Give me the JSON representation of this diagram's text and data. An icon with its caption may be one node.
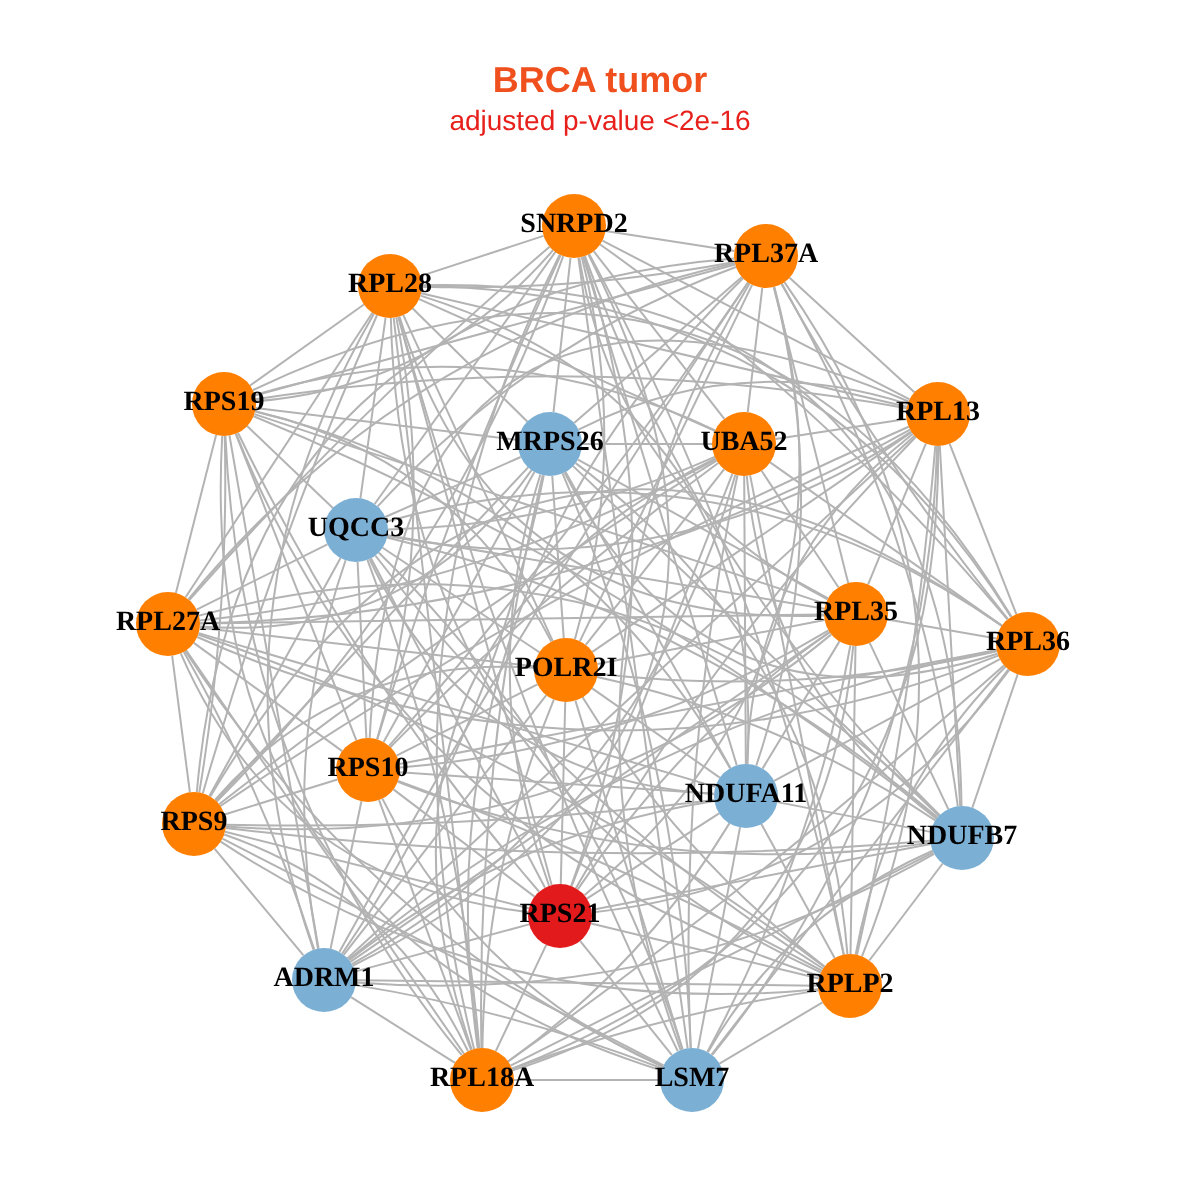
{
  "diagram": {
    "title": "BRCA tumor",
    "caption": "adjusted p-value <2e-16",
    "nodes": [
      {
        "text": [
          "SNRPD2"
        ]
      },
      {
        "text": [
          "RPL37A"
        ]
      },
      {
        "text": [
          "RPL28"
        ]
      },
      {
        "text": [
          "RPS19"
        ]
      },
      {
        "text": [
          "RPL13"
        ]
      },
      {
        "text": [
          "MRPS26"
        ]
      },
      {
        "text": [
          "UBA52"
        ]
      },
      {
        "text": [
          "UQCC3"
        ]
      },
      {
        "text": [
          "RPL27A"
        ]
      },
      {
        "text": [
          "RPL35"
        ]
      },
      {
        "text": [
          "RPL36"
        ]
      },
      {
        "text": [
          "POLR2I"
        ]
      },
      {
        "text": [
          "RPS10"
        ]
      },
      {
        "text": [
          "RPS9"
        ]
      },
      {
        "text": [
          "NDUFA11"
        ]
      },
      {
        "text": [
          "NDUFB7"
        ]
      },
      {
        "text": [
          "RPS21"
        ]
      },
      {
        "text": [
          "ADRM1"
        ]
      },
      {
        "text": [
          "RPLP2"
        ]
      },
      {
        "text": [
          "RPL18A"
        ]
      },
      {
        "text": [
          "LSM7"
        ]
      }
    ],
    "edges": [
      {
        "from": 0,
        "to": 1,
        "arrow": "none"
      },
      {
        "from": 0,
        "to": 2,
        "arrow": "none"
      },
      {
        "from": 0,
        "to": 3,
        "arrow": "none"
      },
      {
        "from": 0,
        "to": 4,
        "arrow": "none"
      },
      {
        "from": 0,
        "to": 5,
        "arrow": "none"
      },
      {
        "from": 0,
        "to": 6,
        "arrow": "none"
      },
      {
        "from": 0,
        "to": 7,
        "arrow": "none"
      },
      {
        "from": 0,
        "to": 8,
        "arrow": "none"
      },
      {
        "from": 0,
        "to": 9,
        "arrow": "none"
      },
      {
        "from": 0,
        "to": 10,
        "arrow": "none"
      },
      {
        "from": 0,
        "to": 11,
        "arrow": "none"
      },
      {
        "from": 0,
        "to": 12,
        "arrow": "none"
      },
      {
        "from": 0,
        "to": 13,
        "arrow": "none"
      },
      {
        "from": 0,
        "to": 14,
        "arrow": "none"
      },
      {
        "from": 0,
        "to": 15,
        "arrow": "none"
      },
      {
        "from": 0,
        "to": 16,
        "arrow": "none"
      },
      {
        "from": 0,
        "to": 17,
        "arrow": "none"
      },
      {
        "from": 0,
        "to": 18,
        "arrow": "none"
      },
      {
        "from": 0,
        "to": 19,
        "arrow": "none"
      },
      {
        "from": 0,
        "to": 20,
        "arrow": "none"
      },
      {
        "from": 1,
        "to": 2,
        "arrow": "none"
      },
      {
        "from": 1,
        "to": 3,
        "arrow": "none"
      },
      {
        "from": 1,
        "to": 4,
        "arrow": "none"
      },
      {
        "from": 1,
        "to": 5,
        "arrow": "none"
      },
      {
        "from": 1,
        "to": 6,
        "arrow": "none"
      },
      {
        "from": 1,
        "to": 7,
        "arrow": "none"
      },
      {
        "from": 1,
        "to": 8,
        "arrow": "none"
      },
      {
        "from": 1,
        "to": 9,
        "arrow": "none"
      },
      {
        "from": 1,
        "to": 10,
        "arrow": "none"
      },
      {
        "from": 1,
        "to": 11,
        "arrow": "none"
      },
      {
        "from": 1,
        "to": 12,
        "arrow": "none"
      },
      {
        "from": 1,
        "to": 13,
        "arrow": "none"
      },
      {
        "from": 1,
        "to": 14,
        "arrow": "none"
      },
      {
        "from": 1,
        "to": 15,
        "arrow": "none"
      },
      {
        "from": 1,
        "to": 16,
        "arrow": "none"
      },
      {
        "from": 1,
        "to": 17,
        "arrow": "none"
      },
      {
        "from": 1,
        "to": 18,
        "arrow": "none"
      },
      {
        "from": 1,
        "to": 19,
        "arrow": "none"
      },
      {
        "from": 1,
        "to": 20,
        "arrow": "none"
      },
      {
        "from": 2,
        "to": 3,
        "arrow": "none"
      },
      {
        "from": 2,
        "to": 4,
        "arrow": "none"
      },
      {
        "from": 2,
        "to": 5,
        "arrow": "none"
      },
      {
        "from": 2,
        "to": 6,
        "arrow": "none"
      },
      {
        "from": 2,
        "to": 7,
        "arrow": "none"
      },
      {
        "from": 2,
        "to": 8,
        "arrow": "none"
      },
      {
        "from": 2,
        "to": 9,
        "arrow": "none"
      },
      {
        "from": 2,
        "to": 10,
        "arrow": "none"
      },
      {
        "from": 2,
        "to": 11,
        "arrow": "none"
      },
      {
        "from": 2,
        "to": 12,
        "arrow": "none"
      },
      {
        "from": 2,
        "to": 13,
        "arrow": "none"
      },
      {
        "from": 2,
        "to": 14,
        "arrow": "none"
      },
      {
        "from": 2,
        "to": 15,
        "arrow": "none"
      },
      {
        "from": 2,
        "to": 16,
        "arrow": "none"
      },
      {
        "from": 2,
        "to": 17,
        "arrow": "none"
      },
      {
        "from": 2,
        "to": 18,
        "arrow": "none"
      },
      {
        "from": 2,
        "to": 19,
        "arrow": "none"
      },
      {
        "from": 2,
        "to": 20,
        "arrow": "none"
      },
      {
        "from": 3,
        "to": 4,
        "arrow": "none"
      },
      {
        "from": 3,
        "to": 5,
        "arrow": "none"
      },
      {
        "from": 3,
        "to": 6,
        "arrow": "none"
      },
      {
        "from": 3,
        "to": 7,
        "arrow": "none"
      },
      {
        "from": 3,
        "to": 8,
        "arrow": "none"
      },
      {
        "from": 3,
        "to": 9,
        "arrow": "none"
      },
      {
        "from": 3,
        "to": 10,
        "arrow": "none"
      },
      {
        "from": 3,
        "to": 11,
        "arrow": "none"
      },
      {
        "from": 3,
        "to": 12,
        "arrow": "none"
      },
      {
        "from": 3,
        "to": 13,
        "arrow": "none"
      },
      {
        "from": 3,
        "to": 14,
        "arrow": "none"
      },
      {
        "from": 3,
        "to": 15,
        "arrow": "none"
      },
      {
        "from": 3,
        "to": 16,
        "arrow": "none"
      },
      {
        "from": 3,
        "to": 17,
        "arrow": "none"
      },
      {
        "from": 3,
        "to": 18,
        "arrow": "none"
      },
      {
        "from": 3,
        "to": 19,
        "arrow": "none"
      },
      {
        "from": 3,
        "to": 20,
        "arrow": "none"
      },
      {
        "from": 4,
        "to": 5,
        "arrow": "none"
      },
      {
        "from": 4,
        "to": 6,
        "arrow": "none"
      },
      {
        "from": 4,
        "to": 7,
        "arrow": "none"
      },
      {
        "from": 4,
        "to": 8,
        "arrow": "none"
      },
      {
        "from": 4,
        "to": 9,
        "arrow": "none"
      },
      {
        "from": 4,
        "to": 10,
        "arrow": "none"
      },
      {
        "from": 4,
        "to": 11,
        "arrow": "none"
      },
      {
        "from": 4,
        "to": 12,
        "arrow": "none"
      },
      {
        "from": 4,
        "to": 13,
        "arrow": "none"
      },
      {
        "from": 4,
        "to": 14,
        "arrow": "none"
      },
      {
        "from": 4,
        "to": 15,
        "arrow": "none"
      },
      {
        "from": 4,
        "to": 16,
        "arrow": "none"
      },
      {
        "from": 4,
        "to": 17,
        "arrow": "none"
      },
      {
        "from": 4,
        "to": 18,
        "arrow": "none"
      },
      {
        "from": 4,
        "to": 19,
        "arrow": "none"
      },
      {
        "from": 4,
        "to": 20,
        "arrow": "none"
      },
      {
        "from": 5,
        "to": 6,
        "arrow": "none"
      },
      {
        "from": 5,
        "to": 7,
        "arrow": "none"
      },
      {
        "from": 5,
        "to": 8,
        "arrow": "none"
      },
      {
        "from": 5,
        "to": 9,
        "arrow": "none"
      },
      {
        "from": 5,
        "to": 10,
        "arrow": "none"
      },
      {
        "from": 5,
        "to": 11,
        "arrow": "none"
      },
      {
        "from": 5,
        "to": 12,
        "arrow": "none"
      },
      {
        "from": 5,
        "to": 13,
        "arrow": "none"
      },
      {
        "from": 5,
        "to": 14,
        "arrow": "none"
      },
      {
        "from": 5,
        "to": 15,
        "arrow": "none"
      },
      {
        "from": 5,
        "to": 16,
        "arrow": "none"
      },
      {
        "from": 5,
        "to": 17,
        "arrow": "none"
      },
      {
        "from": 5,
        "to": 18,
        "arrow": "none"
      },
      {
        "from": 5,
        "to": 19,
        "arrow": "none"
      },
      {
        "from": 5,
        "to": 20,
        "arrow": "none"
      },
      {
        "from": 6,
        "to": 7,
        "arrow": "none"
      },
      {
        "from": 6,
        "to": 8,
        "arrow": "none"
      },
      {
        "from": 6,
        "to": 9,
        "arrow": "none"
      },
      {
        "from": 6,
        "to": 10,
        "arrow": "none"
      },
      {
        "from": 6,
        "to": 11,
        "arrow": "none"
      },
      {
        "from": 6,
        "to": 12,
        "arrow": "none"
      },
      {
        "from": 6,
        "to": 13,
        "arrow": "none"
      },
      {
        "from": 6,
        "to": 14,
        "arrow": "none"
      },
      {
        "from": 6,
        "to": 15,
        "arrow": "none"
      },
      {
        "from": 6,
        "to": 16,
        "arrow": "none"
      },
      {
        "from": 6,
        "to": 17,
        "arrow": "none"
      },
      {
        "from": 6,
        "to": 18,
        "arrow": "none"
      },
      {
        "from": 6,
        "to": 19,
        "arrow": "none"
      },
      {
        "from": 6,
        "to": 20,
        "arrow": "none"
      },
      {
        "from": 7,
        "to": 8,
        "arrow": "none"
      },
      {
        "from": 7,
        "to": 9,
        "arrow": "none"
      },
      {
        "from": 7,
        "to": 10,
        "arrow": "none"
      },
      {
        "from": 7,
        "to": 11,
        "arrow": "none"
      },
      {
        "from": 7,
        "to": 12,
        "arrow": "none"
      },
      {
        "from": 7,
        "to": 13,
        "arrow": "none"
      },
      {
        "from": 7,
        "to": 14,
        "arrow": "none"
      },
      {
        "from": 7,
        "to": 15,
        "arrow": "none"
      },
      {
        "from": 7,
        "to": 16,
        "arrow": "none"
      },
      {
        "from": 7,
        "to": 17,
        "arrow": "none"
      },
      {
        "from": 7,
        "to": 18,
        "arrow": "none"
      },
      {
        "from": 7,
        "to": 19,
        "arrow": "none"
      },
      {
        "from": 7,
        "to": 20,
        "arrow": "none"
      },
      {
        "from": 8,
        "to": 9,
        "arrow": "none"
      },
      {
        "from": 8,
        "to": 10,
        "arrow": "none"
      },
      {
        "from": 8,
        "to": 11,
        "arrow": "none"
      },
      {
        "from": 8,
        "to": 12,
        "arrow": "none"
      },
      {
        "from": 8,
        "to": 13,
        "arrow": "none"
      },
      {
        "from": 8,
        "to": 14,
        "arrow": "none"
      },
      {
        "from": 8,
        "to": 15,
        "arrow": "none"
      },
      {
        "from": 8,
        "to": 16,
        "arrow": "none"
      },
      {
        "from": 8,
        "to": 17,
        "arrow": "none"
      },
      {
        "from": 8,
        "to": 18,
        "arrow": "none"
      },
      {
        "from": 8,
        "to": 19,
        "arrow": "none"
      },
      {
        "from": 8,
        "to": 20,
        "arrow": "none"
      },
      {
        "from": 9,
        "to": 10,
        "arrow": "none"
      },
      {
        "from": 9,
        "to": 11,
        "arrow": "none"
      },
      {
        "from": 9,
        "to": 12,
        "arrow": "none"
      },
      {
        "from": 9,
        "to": 13,
        "arrow": "none"
      },
      {
        "from": 9,
        "to": 14,
        "arrow": "none"
      },
      {
        "from": 9,
        "to": 15,
        "arrow": "none"
      },
      {
        "from": 9,
        "to": 16,
        "arrow": "none"
      },
      {
        "from": 9,
        "to": 17,
        "arrow": "none"
      },
      {
        "from": 9,
        "to": 18,
        "arrow": "none"
      },
      {
        "from": 9,
        "to": 19,
        "arrow": "none"
      },
      {
        "from": 9,
        "to": 20,
        "arrow": "none"
      },
      {
        "from": 10,
        "to": 11,
        "arrow": "none"
      },
      {
        "from": 10,
        "to": 12,
        "arrow": "none"
      },
      {
        "from": 10,
        "to": 13,
        "arrow": "none"
      },
      {
        "from": 10,
        "to": 14,
        "arrow": "none"
      },
      {
        "from": 10,
        "to": 15,
        "arrow": "none"
      },
      {
        "from": 10,
        "to": 16,
        "arrow": "none"
      },
      {
        "from": 10,
        "to": 17,
        "arrow": "none"
      },
      {
        "from": 10,
        "to": 18,
        "arrow": "none"
      },
      {
        "from": 10,
        "to": 19,
        "arrow": "none"
      },
      {
        "from": 10,
        "to": 20,
        "arrow": "none"
      },
      {
        "from": 11,
        "to": 12,
        "arrow": "none"
      },
      {
        "from": 11,
        "to": 13,
        "arrow": "none"
      },
      {
        "from": 11,
        "to": 14,
        "arrow": "none"
      },
      {
        "from": 11,
        "to": 15,
        "arrow": "none"
      },
      {
        "from": 11,
        "to": 16,
        "arrow": "none"
      },
      {
        "from": 11,
        "to": 17,
        "arrow": "none"
      },
      {
        "from": 11,
        "to": 18,
        "arrow": "none"
      },
      {
        "from": 11,
        "to": 19,
        "arrow": "none"
      },
      {
        "from": 11,
        "to": 20,
        "arrow": "none"
      },
      {
        "from": 12,
        "to": 13,
        "arrow": "none"
      },
      {
        "from": 12,
        "to": 14,
        "arrow": "none"
      },
      {
        "from": 12,
        "to": 15,
        "arrow": "none"
      },
      {
        "from": 12,
        "to": 16,
        "arrow": "none"
      },
      {
        "from": 12,
        "to": 17,
        "arrow": "none"
      },
      {
        "from": 12,
        "to": 18,
        "arrow": "none"
      },
      {
        "from": 12,
        "to": 19,
        "arrow": "none"
      },
      {
        "from": 12,
        "to": 20,
        "arrow": "none"
      },
      {
        "from": 13,
        "to": 14,
        "arrow": "none"
      },
      {
        "from": 13,
        "to": 15,
        "arrow": "none"
      },
      {
        "from": 13,
        "to": 16,
        "arrow": "none"
      },
      {
        "from": 13,
        "to": 17,
        "arrow": "none"
      },
      {
        "from": 13,
        "to": 18,
        "arrow": "none"
      },
      {
        "from": 13,
        "to": 19,
        "arrow": "none"
      },
      {
        "from": 13,
        "to": 20,
        "arrow": "none"
      },
      {
        "from": 14,
        "to": 15,
        "arrow": "none"
      },
      {
        "from": 14,
        "to": 16,
        "arrow": "none"
      },
      {
        "from": 14,
        "to": 17,
        "arrow": "none"
      },
      {
        "from": 14,
        "to": 18,
        "arrow": "none"
      },
      {
        "from": 14,
        "to": 19,
        "arrow": "none"
      },
      {
        "from": 14,
        "to": 20,
        "arrow": "none"
      },
      {
        "from": 15,
        "to": 16,
        "arrow": "none"
      },
      {
        "from": 15,
        "to": 17,
        "arrow": "none"
      },
      {
        "from": 15,
        "to": 18,
        "arrow": "none"
      },
      {
        "from": 15,
        "to": 19,
        "arrow": "none"
      },
      {
        "from": 15,
        "to": 20,
        "arrow": "none"
      },
      {
        "from": 16,
        "to": 17,
        "arrow": "none"
      },
      {
        "from": 16,
        "to": 18,
        "arrow": "none"
      },
      {
        "from": 16,
        "to": 19,
        "arrow": "none"
      },
      {
        "from": 16,
        "to": 20,
        "arrow": "none"
      },
      {
        "from": 17,
        "to": 18,
        "arrow": "none"
      },
      {
        "from": 17,
        "to": 19,
        "arrow": "none"
      },
      {
        "from": 17,
        "to": 20,
        "arrow": "none"
      },
      {
        "from": 18,
        "to": 19,
        "arrow": "none"
      },
      {
        "from": 18,
        "to": 20,
        "arrow": "none"
      },
      {
        "from": 19,
        "to": 20,
        "arrow": "none"
      }
    ]
  }
}
